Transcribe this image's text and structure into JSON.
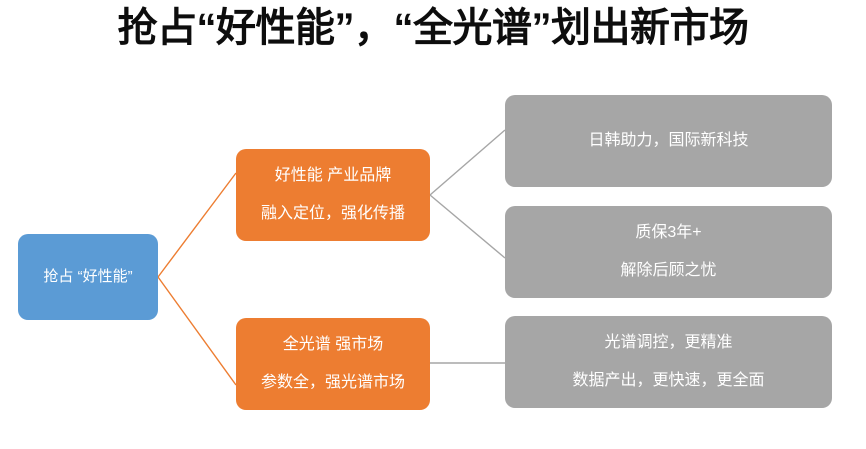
{
  "slide": {
    "title": "抢占“好性能”，“全光谱”划出新市场",
    "colors": {
      "root": "#5B9BD5",
      "branch": "#ED7D31",
      "leaf": "#A6A6A6",
      "title_text": "#0D0D0D",
      "node_text": "#FFFFFF",
      "background": "#FFFFFF",
      "connector_orange": "#ED7D31",
      "connector_gray": "#A6A6A6"
    }
  },
  "root": {
    "label": "抢占 “好性能”"
  },
  "branches": [
    {
      "line1": "好性能  产业品牌",
      "line2": "融入定位，强化传播"
    },
    {
      "line1": "全光谱  强市场",
      "line2": "参数全，强光谱市场"
    }
  ],
  "leaves": [
    {
      "line1": "日韩助力，国际新科技",
      "line2": ""
    },
    {
      "line1": "质保3年+",
      "line2": "解除后顾之忧"
    },
    {
      "line1": "光谱调控，更精准",
      "line2": "数据产出，更快速，更全面"
    }
  ]
}
